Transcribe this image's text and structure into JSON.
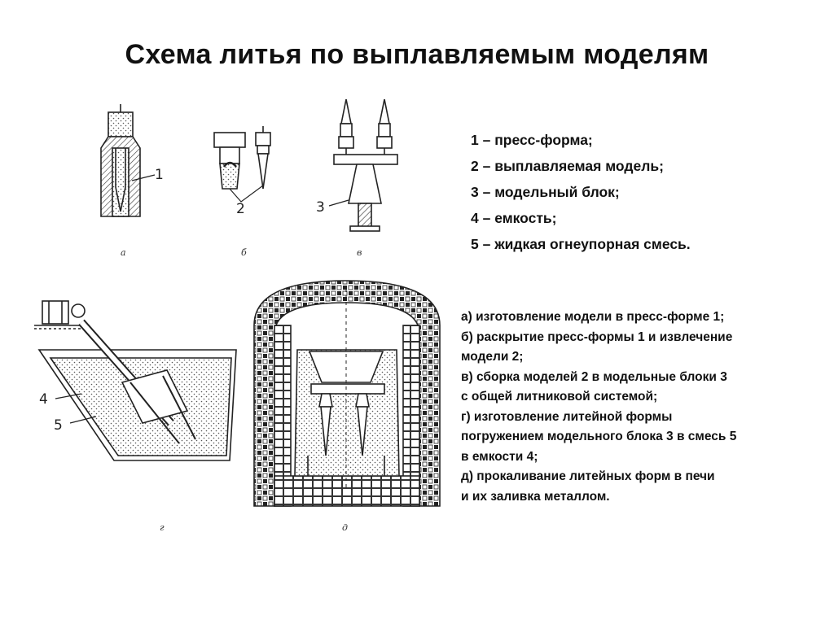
{
  "title": "Схема литья по выплавляемым моделям",
  "legend": [
    "1 – пресс-форма;",
    "2 – выплавляемая модель;",
    "3 – модельный блок;",
    "4 – емкость;",
    "5 – жидкая огнеупорная смесь."
  ],
  "steps": [
    "а) изготовление модели в пресс-форме 1;",
    "б) раскрытие пресс-формы 1 и извлечение",
    "модели 2;",
    "в) сборка моделей 2 в модельные блоки 3",
    "с общей литниковой системой;",
    "г) изготовление литейной формы",
    "погружением модельного блока 3 в смесь 5",
    "в емкости 4;",
    "д) прокаливание литейных форм в печи",
    "и их заливка металлом."
  ],
  "figure": {
    "sublabels": [
      "а",
      "б",
      "в",
      "г",
      "д"
    ],
    "callouts": [
      "1",
      "2",
      "3",
      "4",
      "5"
    ]
  }
}
